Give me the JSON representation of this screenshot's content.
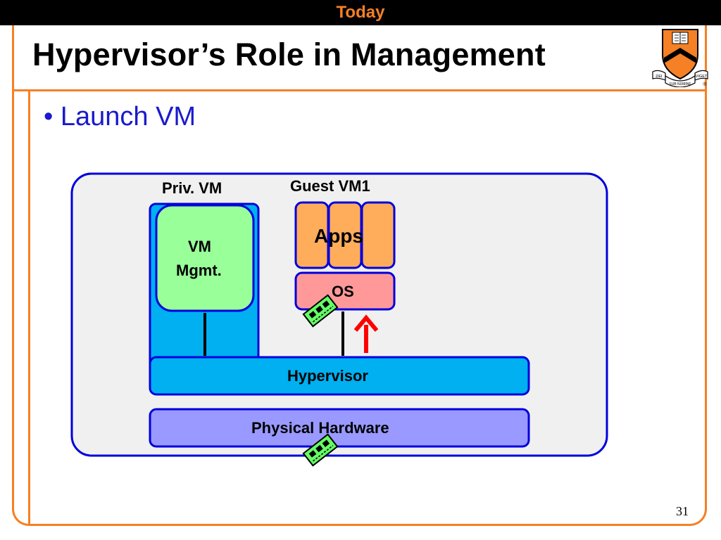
{
  "header": {
    "label": "Today"
  },
  "slide": {
    "title": "Hypervisor’s Role in Management",
    "bullet": "• Launch VM",
    "page_number": "31"
  },
  "logo": {
    "motto_left": "DEI",
    "motto_center": "SUB NUMINE",
    "motto_right": "VIGET",
    "registered_mark": "®"
  },
  "diagram": {
    "priv_vm_label": "Priv. VM",
    "guest_vm_label": "Guest VM1",
    "vm_mgmt_line1": "VM",
    "vm_mgmt_line2": "Mgmt.",
    "apps_label": "Apps",
    "os_label": "OS",
    "hypervisor_label": "Hypervisor",
    "hardware_label": "Physical Hardware"
  },
  "colors": {
    "accent_orange": "#f58025",
    "bullet_blue": "#1a1acc",
    "container_fill": "#f0f0f0",
    "border_blue": "#0000dd",
    "priv_vm_fill": "#00b0f0",
    "vm_mgmt_fill": "#99ff99",
    "apps_fill": "#ffad5b",
    "os_fill": "#ff9999",
    "hypervisor_fill": "#00b0f0",
    "hardware_fill": "#9999ff",
    "arrow_red": "#ff0000",
    "chip_green": "#66ff66"
  },
  "icons": [
    "memory-chip-icon",
    "up-arrow-icon",
    "princeton-shield-icon"
  ]
}
